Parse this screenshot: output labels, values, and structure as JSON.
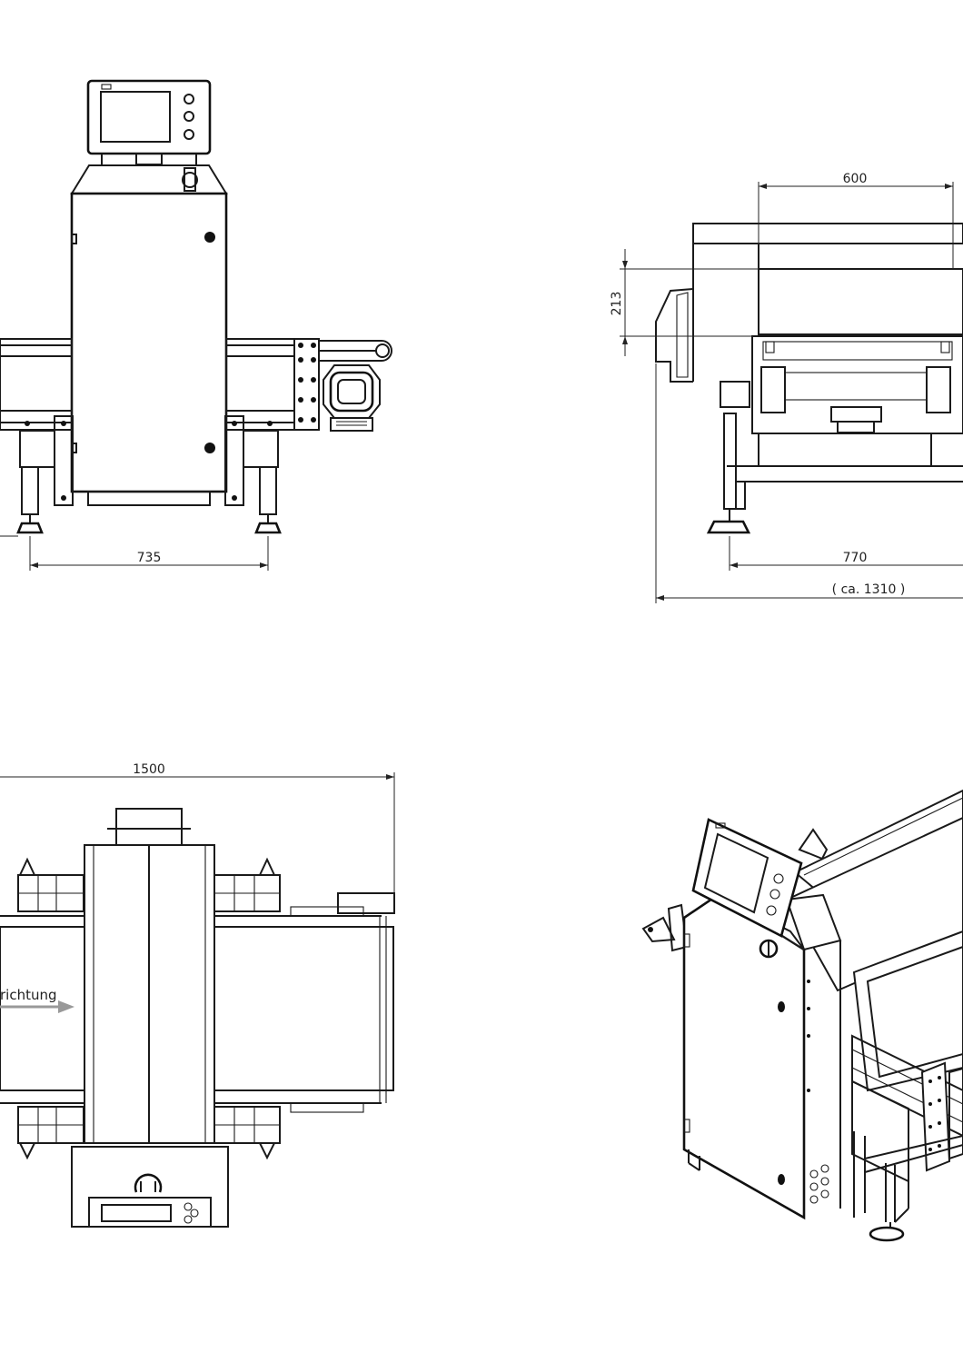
{
  "dimensions": {
    "front_width": "735",
    "side_aperture_width": "600",
    "side_aperture_height": "213",
    "side_leg_span": "770",
    "side_overall": "( ca. 1310 )",
    "top_overall_length": "1500"
  },
  "labels": {
    "flow_direction": "richtung"
  },
  "colors": {
    "line": "#1a1a1a",
    "arrow": "#999999",
    "background": "#ffffff"
  }
}
